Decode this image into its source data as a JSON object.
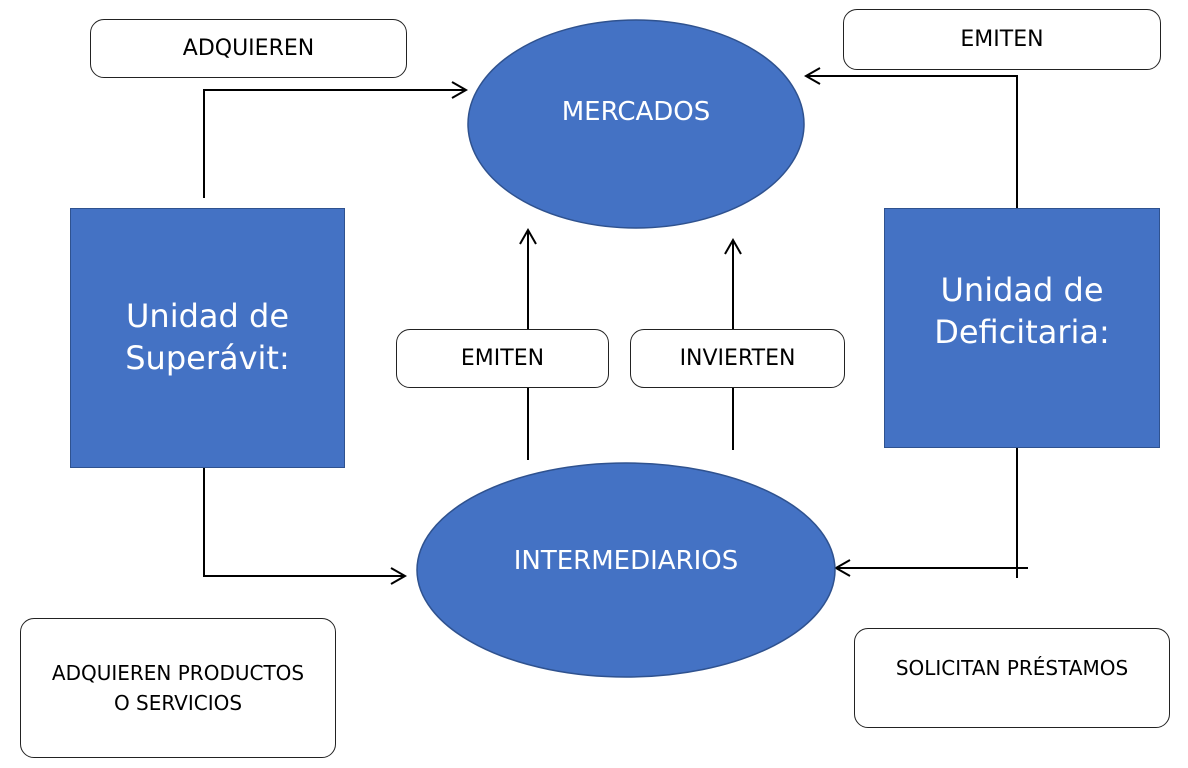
{
  "colors": {
    "node_fill": "#4472c4",
    "node_border": "#2f528f",
    "line": "#000000",
    "text_on_node": "#ffffff"
  },
  "nodes": {
    "mercados": "MERCADOS",
    "intermediarios": "INTERMEDIARIOS",
    "superavit_line1": "Unidad de",
    "superavit_line2": "Superávit:",
    "deficitaria_line1": "Unidad de",
    "deficitaria_line2": "Deficitaria:"
  },
  "labels": {
    "adquieren": "ADQUIEREN",
    "emiten_top": "EMITEN",
    "emiten_mid": "EMITEN",
    "invierten": "INVIERTEN",
    "adquieren_productos_line1": "ADQUIEREN PRODUCTOS",
    "adquieren_productos_line2": "O SERVICIOS",
    "solicitan": "SOLICITAN PRÉSTAMOS"
  }
}
